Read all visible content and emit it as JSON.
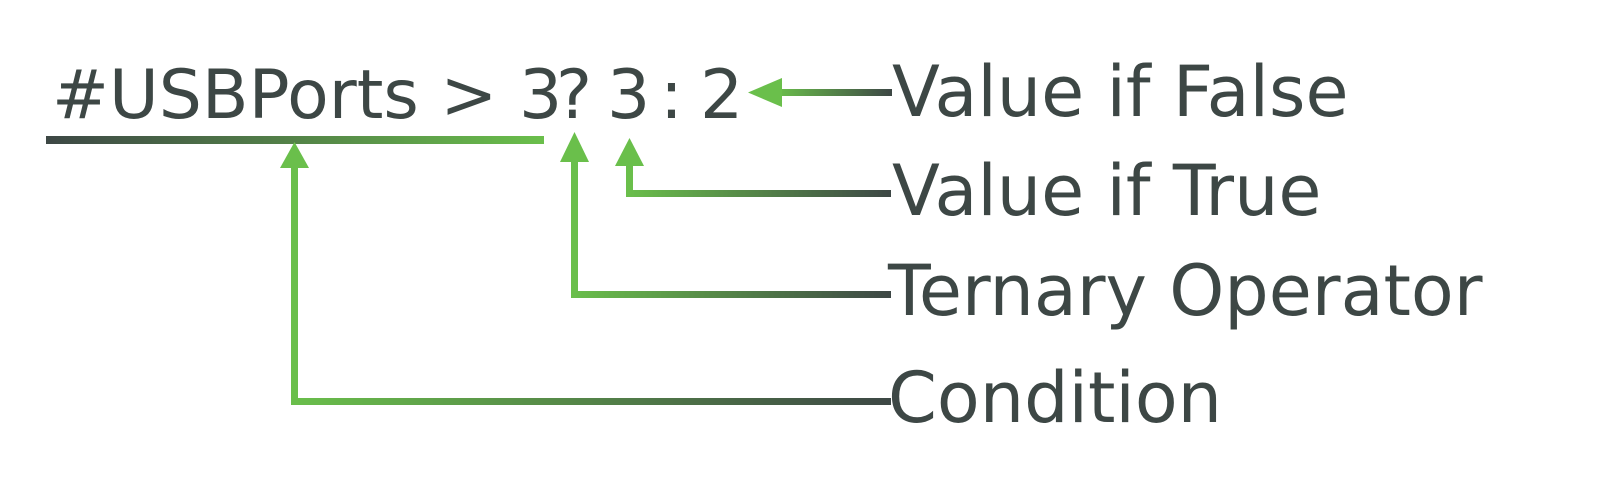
{
  "expression": {
    "condition": "#USBPorts > 3",
    "operator": "?",
    "true_value": "3",
    "separator": ":",
    "false_value": "2"
  },
  "labels": {
    "false_value": "Value if False",
    "true_value": "Value if True",
    "operator": "Ternary Operator",
    "condition": "Condition"
  },
  "colors": {
    "text": "#3d4745",
    "green": "#6abf4b",
    "dark": "#3d4745"
  }
}
